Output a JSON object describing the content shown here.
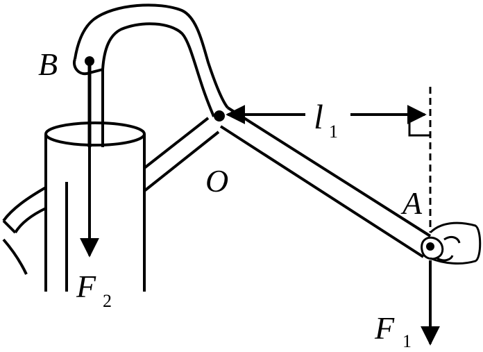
{
  "labels": {
    "b": "B",
    "o": "O",
    "a": "A",
    "l1_main": "l",
    "l1_sub": "1",
    "f1_main": "F",
    "f1_sub": "1",
    "f2_main": "F",
    "f2_sub": "2"
  },
  "colors": {
    "ink": "#000000",
    "background": "#ffffff"
  }
}
